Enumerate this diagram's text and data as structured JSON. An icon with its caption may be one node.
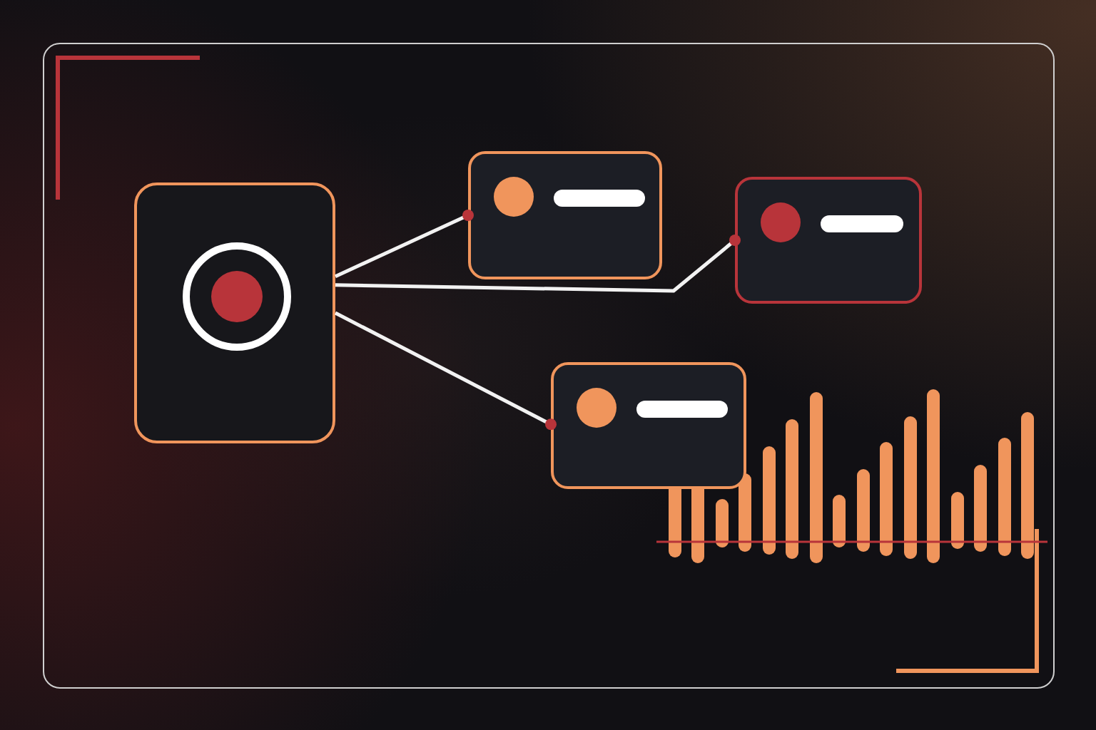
{
  "diagram": {
    "nodes": [
      {
        "text": [],
        "shape": "box"
      },
      {
        "text": [],
        "shape": "box"
      },
      {
        "text": [],
        "shape": "box"
      },
      {
        "text": [],
        "shape": "box"
      }
    ],
    "edges": [
      {
        "from": 0,
        "to": 1,
        "arrow": "other"
      },
      {
        "from": 0,
        "to": 2,
        "arrow": "other"
      },
      {
        "from": 0,
        "to": 3,
        "arrow": "other"
      }
    ]
  }
}
